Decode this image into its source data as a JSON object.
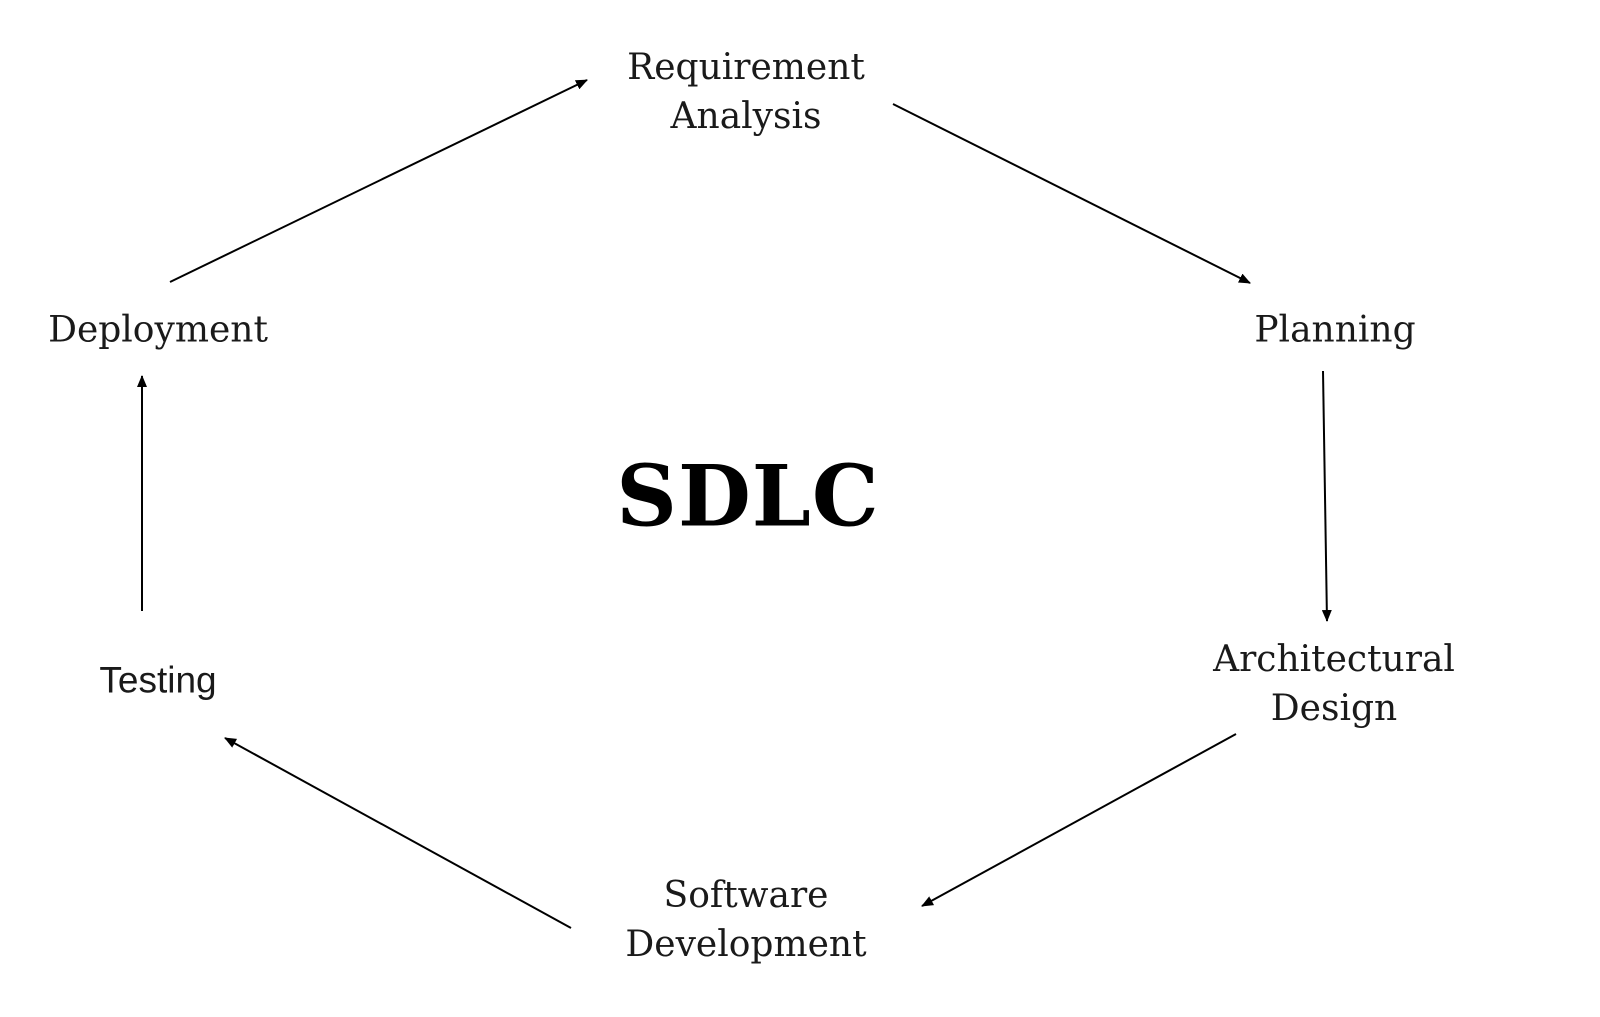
{
  "diagram": {
    "title": "SDLC",
    "stages": [
      {
        "id": "requirement-analysis",
        "lines": [
          "Requirement",
          "Analysis"
        ]
      },
      {
        "id": "planning",
        "lines": [
          "Planning"
        ]
      },
      {
        "id": "architectural-design",
        "lines": [
          "Architectural",
          "Design"
        ]
      },
      {
        "id": "software-development",
        "lines": [
          "Software",
          "Development"
        ]
      },
      {
        "id": "testing",
        "lines": [
          "Testing"
        ]
      },
      {
        "id": "deployment",
        "lines": [
          "Deployment"
        ]
      }
    ],
    "edges": [
      {
        "from": "requirement-analysis",
        "to": "planning"
      },
      {
        "from": "planning",
        "to": "architectural-design"
      },
      {
        "from": "architectural-design",
        "to": "software-development"
      },
      {
        "from": "software-development",
        "to": "testing"
      },
      {
        "from": "testing",
        "to": "deployment"
      },
      {
        "from": "deployment",
        "to": "requirement-analysis"
      }
    ],
    "colors": {
      "text": "#1a1a1a",
      "title": "#000000",
      "arrow": "#000000",
      "background": "#ffffff"
    }
  }
}
